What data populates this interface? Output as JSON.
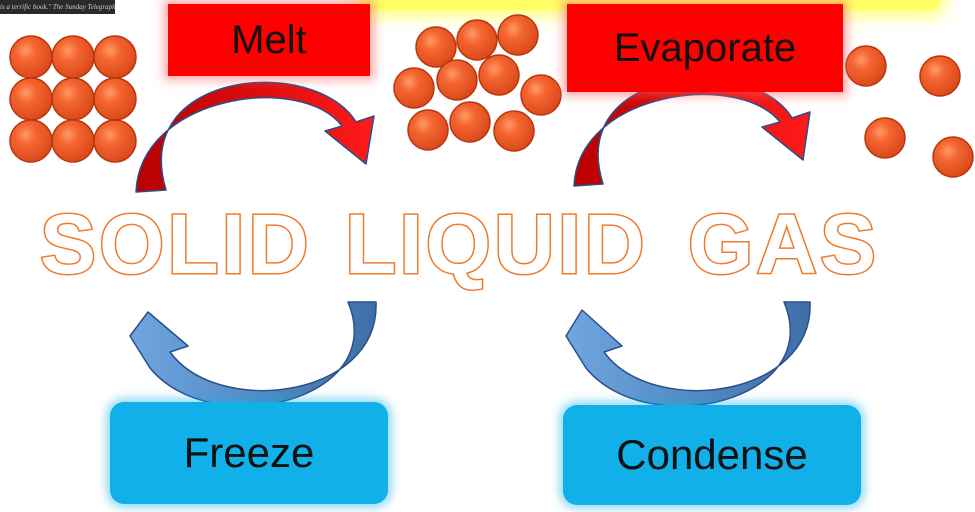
{
  "labels": {
    "melt": "Melt",
    "evaporate": "Evaporate",
    "freeze": "Freeze",
    "condense": "Condense"
  },
  "states": {
    "solid": "SOLID",
    "liquid": "LIQUID",
    "gas": "GAS"
  },
  "corner_caption": "is a terrific book.\" The Sunday Telegraph",
  "colors": {
    "particle": "#f05a28",
    "particle_outline": "#c23c10",
    "arrow_red": "#e81010",
    "arrow_blue": "#4f86c6",
    "state_outline": "#ee7a2a",
    "process_red": "#ff0000",
    "process_blue": "#12b0e8"
  },
  "icons": {
    "solid_particles": "particle-grid-icon",
    "liquid_particles": "particle-cluster-icon",
    "gas_particles": "particle-scatter-icon",
    "arrows": [
      "curved-arrow-right-icon",
      "curved-arrow-left-icon"
    ]
  }
}
